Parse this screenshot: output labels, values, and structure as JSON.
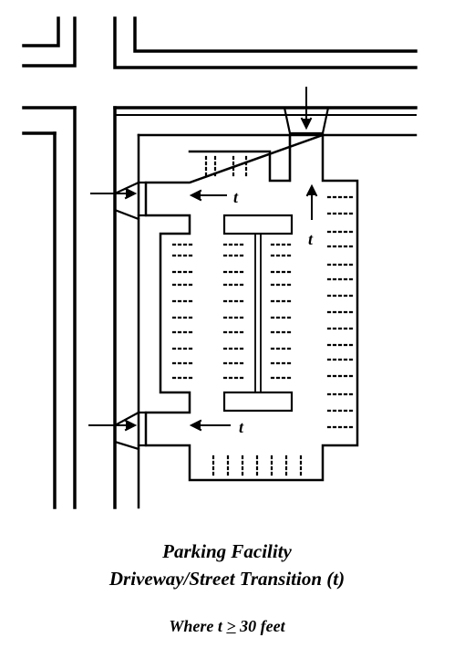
{
  "diagram": {
    "title_line1": "Parking Facility",
    "title_line2": "Driveway/Street Transition (t)",
    "condition_prefix": "Where t",
    "condition_op": ">",
    "condition_value": "30 feet",
    "transition_label": "t"
  },
  "colors": {
    "ink": "#000000",
    "paper": "#ffffff"
  }
}
